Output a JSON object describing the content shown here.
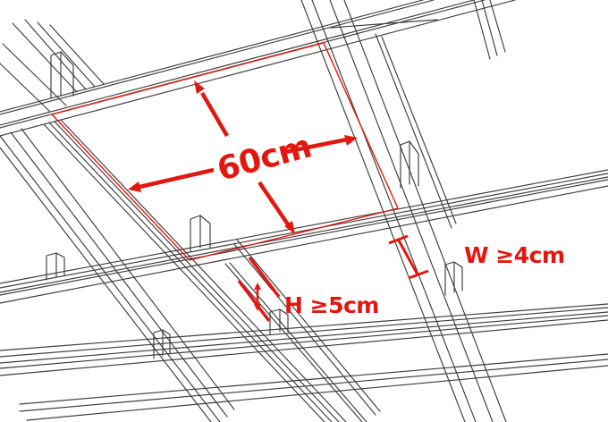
{
  "illustration": {
    "subject": "Suspended ceiling T-grid installation diagram",
    "background_color": "#ffffff",
    "line_color": "#3c3c3c",
    "annotation_color": "#e2170f",
    "labels": {
      "tile_size": "60cm",
      "rib_height": "H ≥5cm",
      "rib_width": "W ≥4cm"
    }
  }
}
